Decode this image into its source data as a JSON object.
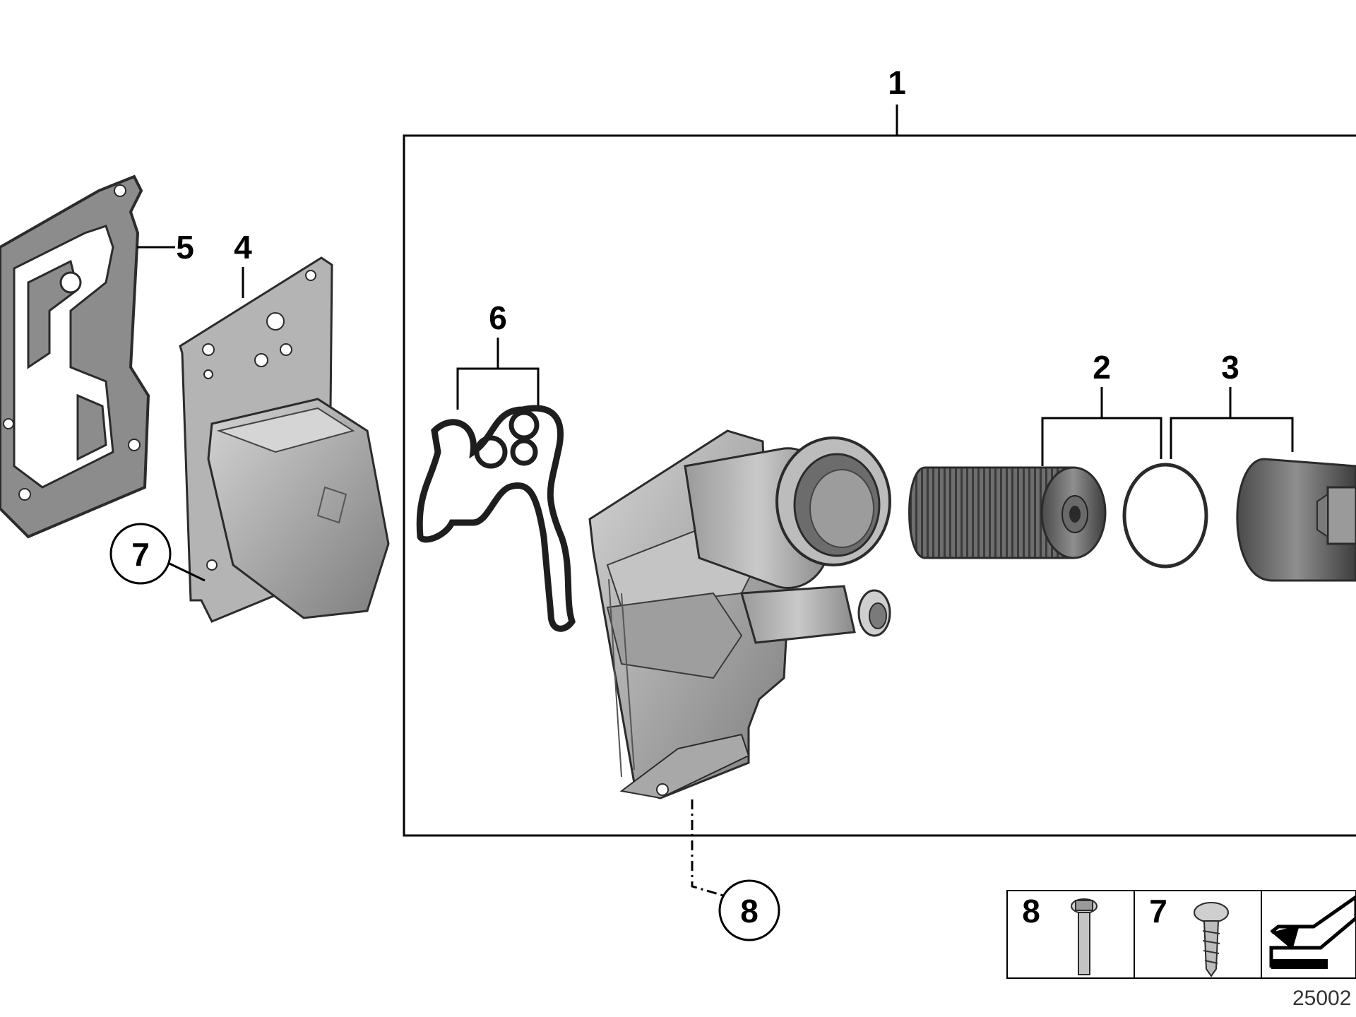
{
  "diagram": {
    "callouts": {
      "assembly": "1",
      "filter_element": "2",
      "o_ring": "3",
      "oil_cooler": "4",
      "cooler_gasket": "5",
      "housing_gasket": "6",
      "screw_cooler": "7",
      "bolt_housing": "8"
    },
    "legend": {
      "bolt_label": "8",
      "screw_label": "7"
    },
    "reference_number": "25002"
  }
}
